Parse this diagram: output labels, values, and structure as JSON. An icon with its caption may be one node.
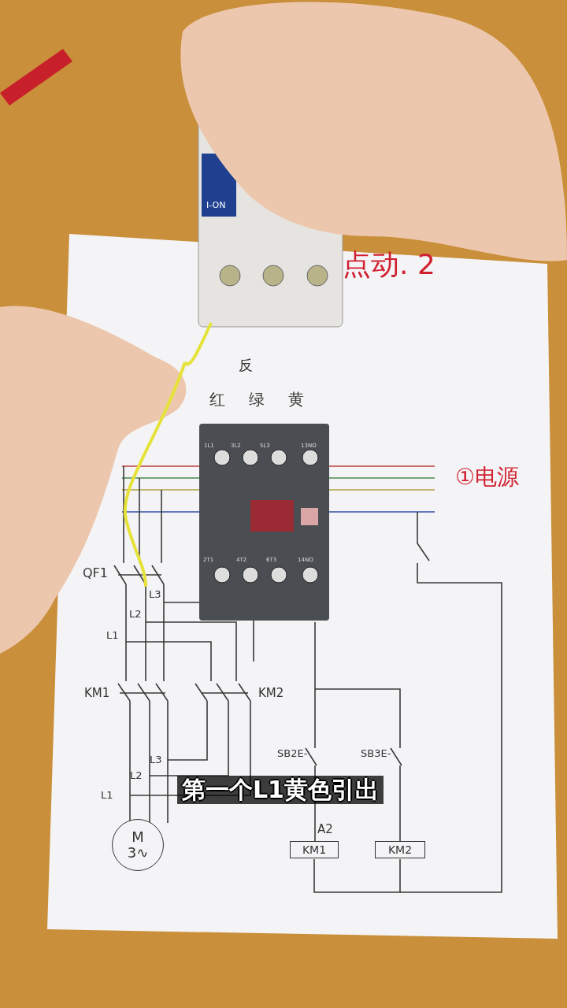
{
  "diagram": {
    "caption": "第一个L1黄色引出",
    "nodes": [
      {
        "text": [
          "KM1"
        ],
        "beside": [
          "A2"
        ]
      },
      {
        "text": [
          "KM2"
        ]
      },
      {
        "text": [
          "M 3∿"
        ]
      }
    ],
    "edges": [
      {
        "from": 0,
        "to": 1,
        "arrow": "none"
      }
    ],
    "labels": [
      "点动. 2",
      "I-ON",
      "反",
      "红",
      "绿",
      "黄",
      "1L1",
      "3L2",
      "5L3",
      "13NO",
      "①电源",
      "2T1",
      "4T2",
      "6T3",
      "14NO",
      "QF1",
      "L3",
      "L2",
      "L1",
      "KM1",
      "KM2",
      "SB2E-",
      "SB3E-",
      "L3",
      "L2",
      "L1"
    ]
  }
}
